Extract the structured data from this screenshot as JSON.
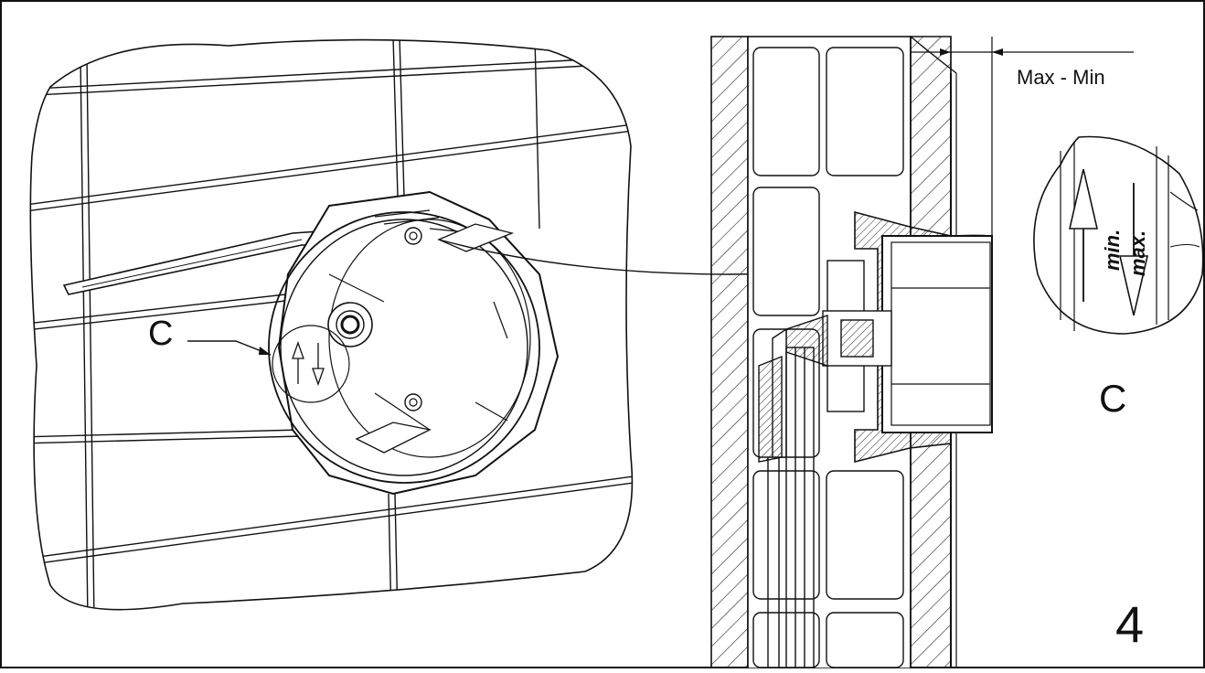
{
  "figure": {
    "step_number": "4",
    "detail_callout_label": "C",
    "detail_view_label": "C",
    "dimension_label": "Max - Min",
    "scale_min_text": "min.",
    "scale_max_text": "max."
  }
}
